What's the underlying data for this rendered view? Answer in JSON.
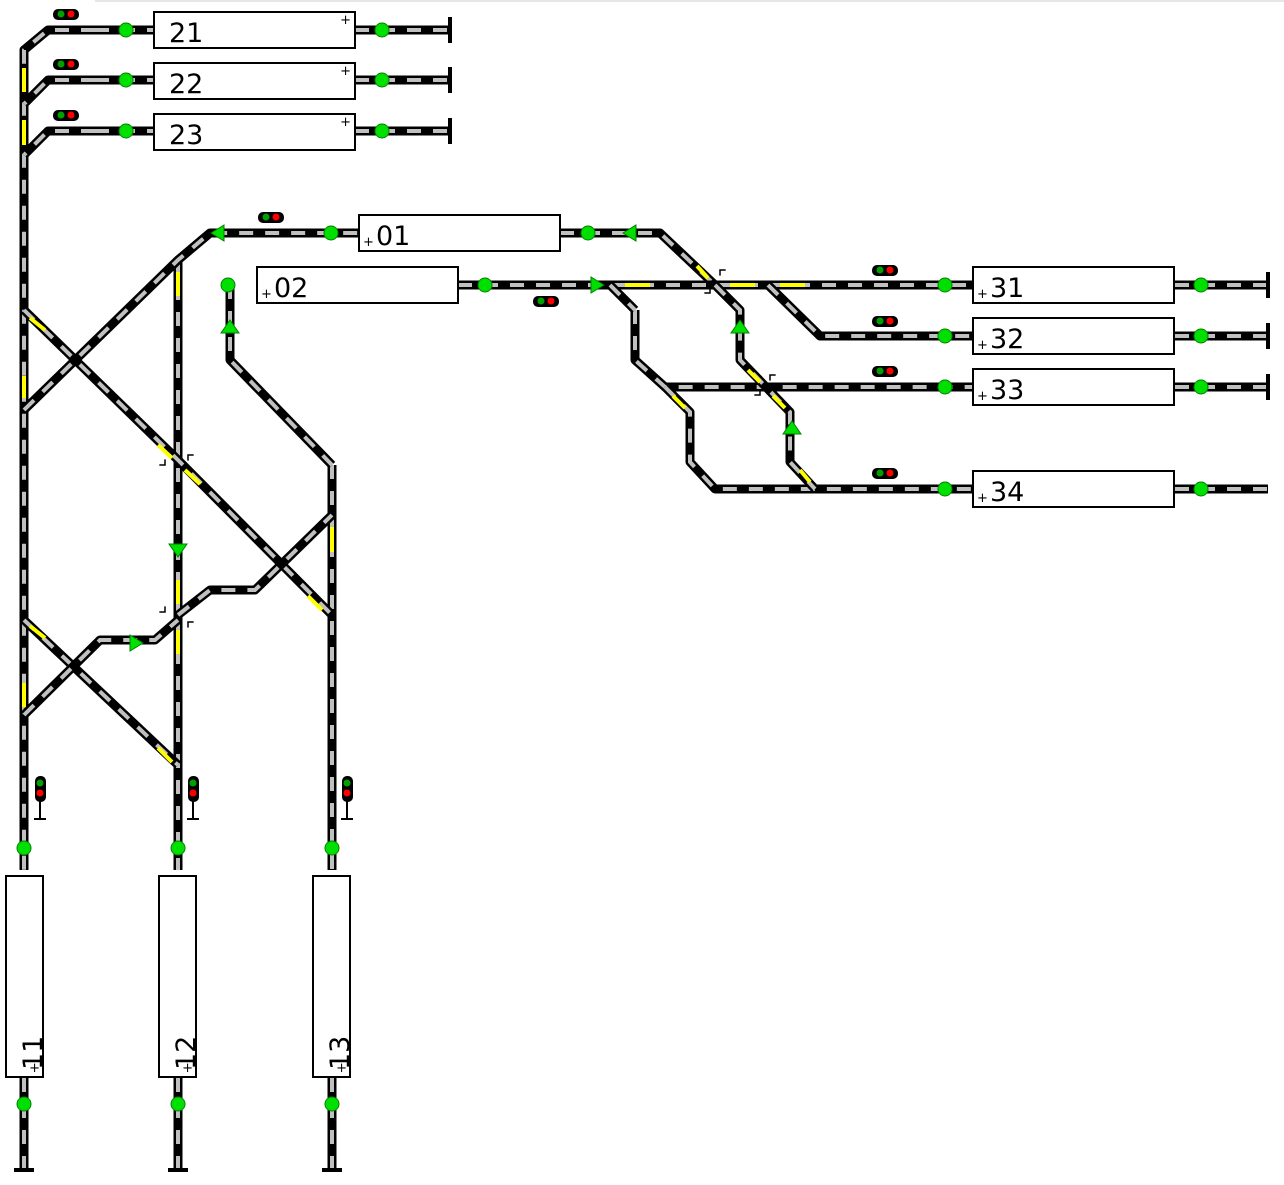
{
  "blocks": {
    "b21": {
      "label": "21",
      "plus": "+"
    },
    "b22": {
      "label": "22",
      "plus": "+"
    },
    "b23": {
      "label": "23",
      "plus": "+"
    },
    "b01": {
      "label": "01",
      "plus": "+"
    },
    "b02": {
      "label": "02",
      "plus": "+"
    },
    "b31": {
      "label": "31",
      "plus": "+"
    },
    "b32": {
      "label": "32",
      "plus": "+"
    },
    "b33": {
      "label": "33",
      "plus": "+"
    },
    "b34": {
      "label": "34",
      "plus": "+"
    },
    "b11": {
      "label": "11",
      "plus": "+"
    },
    "b12": {
      "label": "12",
      "plus": "+"
    },
    "b13": {
      "label": "13",
      "plus": "+"
    }
  },
  "colors": {
    "track": "#000000",
    "dash": "#c0c0c0",
    "route": "#ffff00",
    "sensor": "#00e000",
    "signal_red": "#ff0000",
    "signal_green": "#00a000",
    "background": "#ffffff"
  }
}
